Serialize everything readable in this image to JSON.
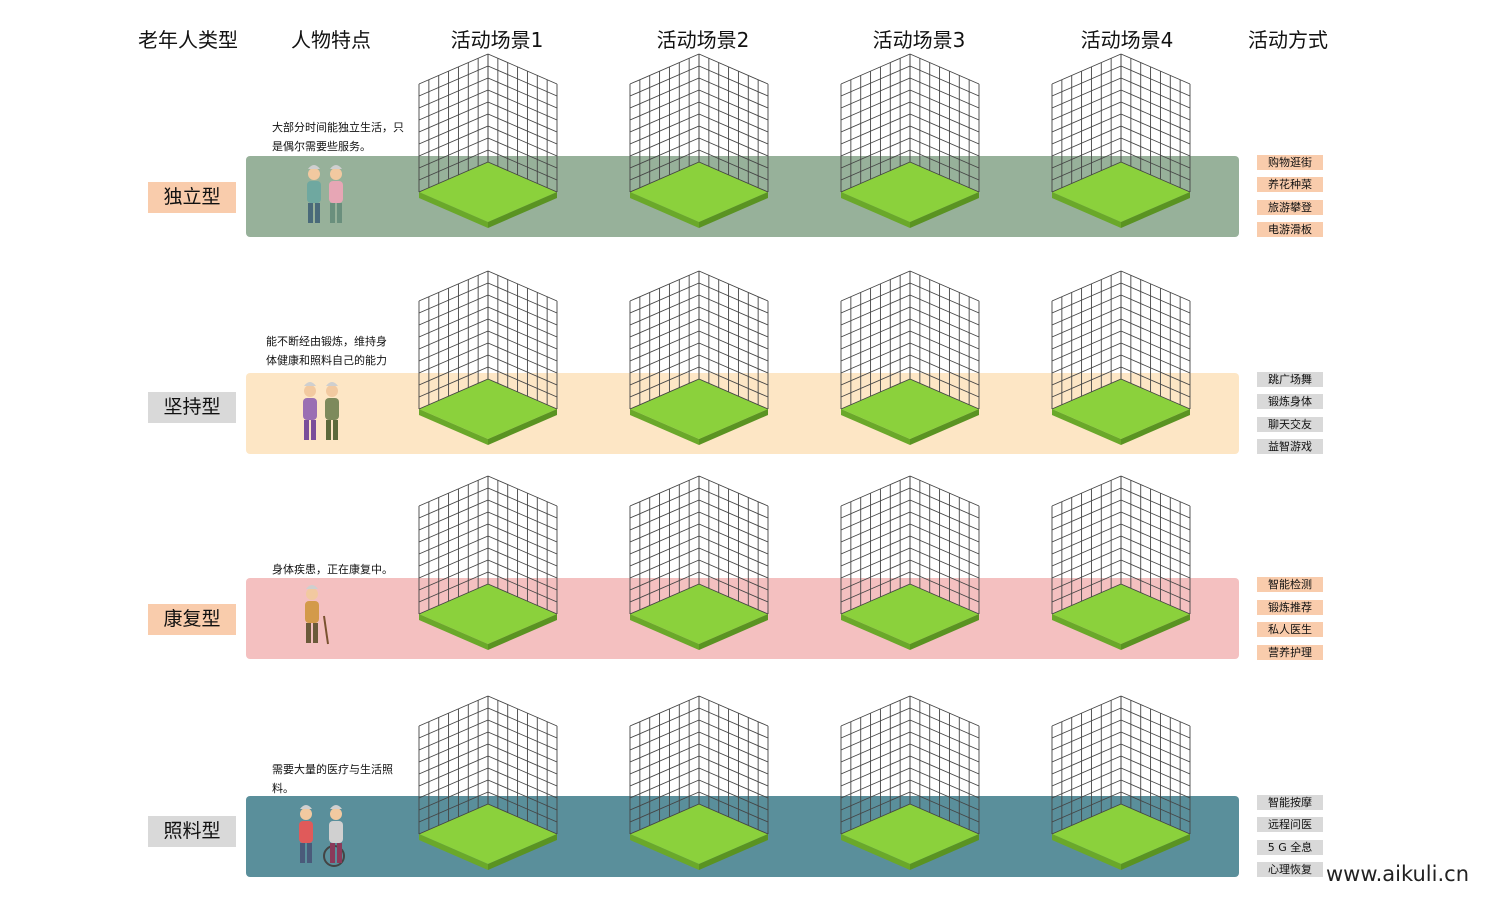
{
  "headers": [
    "老年人类型",
    "人物特点",
    "活动场景1",
    "活动场景2",
    "活动场景3",
    "活动场景4",
    "活动方式"
  ],
  "rows": [
    {
      "type": "独立型",
      "desc": "大部分时间能独立生活，只是偶尔需要些服务。",
      "band_color": "#97b19a",
      "label_color": "#f9ccac",
      "tag_color": "#f9ccac",
      "methods": [
        "购物逛街",
        "养花种菜",
        "旅游攀登",
        "电游滑板"
      ]
    },
    {
      "type": "坚持型",
      "desc": "能不断经由锻炼，维持身体健康和照料自己的能力",
      "band_color": "#fde6c5",
      "label_color": "#d9d9d9",
      "tag_color": "#d9d9d9",
      "methods": [
        "跳广场舞",
        "锻炼身体",
        "聊天交友",
        "益智游戏"
      ]
    },
    {
      "type": "康复型",
      "desc": "身体疾患，正在康复中。",
      "band_color": "#f4c0c0",
      "label_color": "#f9ccac",
      "tag_color": "#f9ccac",
      "methods": [
        "智能检测",
        "锻炼推荐",
        "私人医生",
        "营养护理"
      ]
    },
    {
      "type": "照料型",
      "desc": "需要大量的医疗与生活照料。",
      "band_color": "#5a8f9b",
      "label_color": "#d9d9d9",
      "tag_color": "#d9d9d9",
      "methods": [
        "智能按摩",
        "远程问医",
        "5 G 全息",
        "心理恢复"
      ]
    }
  ],
  "watermark": "www.aikuli.cn",
  "colors": {
    "grass": "#8bd13c",
    "grass_side": "#6aa82a",
    "grid": "#444444"
  }
}
